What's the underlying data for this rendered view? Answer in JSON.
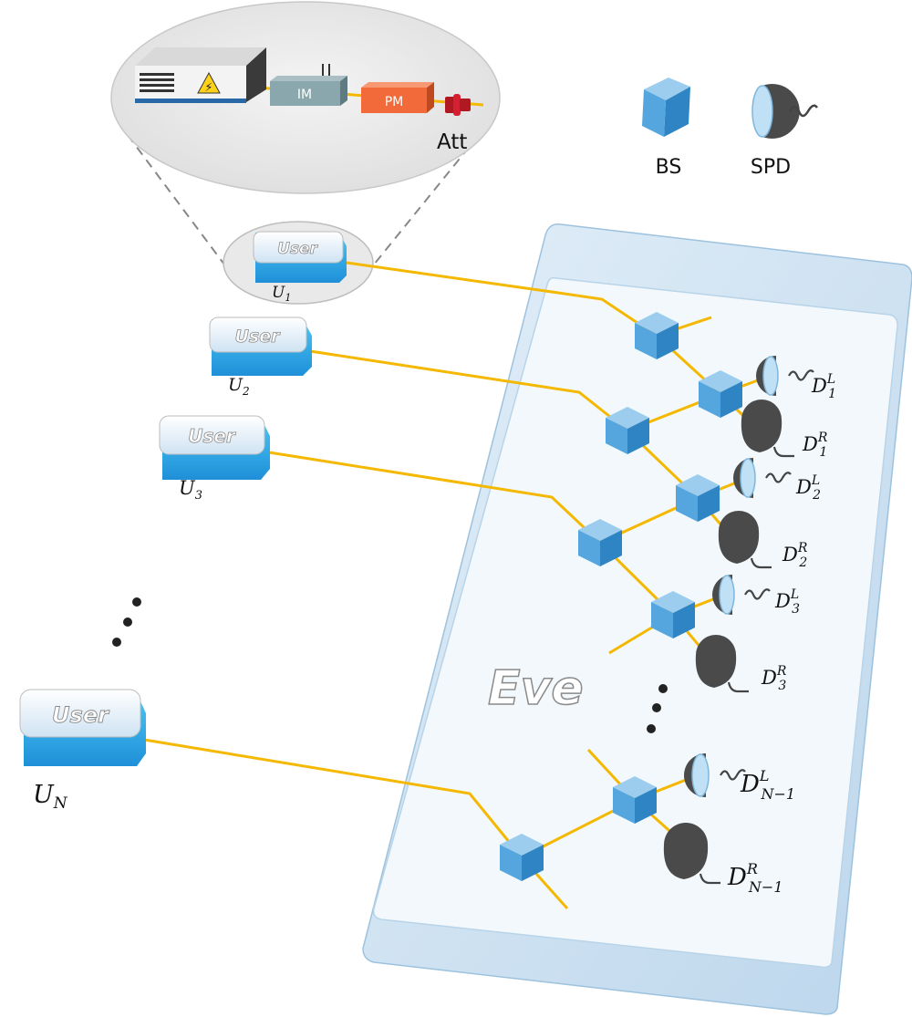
{
  "legend": {
    "bs_label": "BS",
    "spd_label": "SPD"
  },
  "transmitter": {
    "im_label": "IM",
    "pm_label": "PM",
    "att_label": "Att",
    "warning_glyph": "⚡"
  },
  "users": [
    {
      "box_text": "User",
      "label_main": "U",
      "label_sub": "1"
    },
    {
      "box_text": "User",
      "label_main": "U",
      "label_sub": "2"
    },
    {
      "box_text": "User",
      "label_main": "U",
      "label_sub": "3"
    },
    {
      "box_text": "User",
      "label_main": "U",
      "label_sub": "N"
    }
  ],
  "eve_label": "Eve",
  "detectors": [
    {
      "main": "D",
      "sup": "L",
      "sub": "1"
    },
    {
      "main": "D",
      "sup": "R",
      "sub": "1"
    },
    {
      "main": "D",
      "sup": "L",
      "sub": "2"
    },
    {
      "main": "D",
      "sup": "R",
      "sub": "2"
    },
    {
      "main": "D",
      "sup": "L",
      "sub": "3"
    },
    {
      "main": "D",
      "sup": "R",
      "sub": "3"
    },
    {
      "main": "D",
      "sup": "L",
      "sub": "N−1"
    },
    {
      "main": "D",
      "sup": "R",
      "sub": "N−1"
    }
  ],
  "colors": {
    "fiber": "#f5b800",
    "cube": "#4fa3dc",
    "eve_tray": "#cfe3f3",
    "im_box": "#8aa7ad",
    "pm_box": "#f26a3a",
    "detector": "#555555"
  }
}
